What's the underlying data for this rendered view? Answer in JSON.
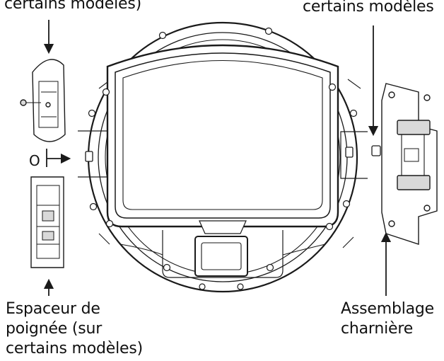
{
  "labels": {
    "top_left": "certains modèles)",
    "top_right": "certains modèles",
    "bottom_left_line1": "Espaceur de",
    "bottom_left_line2": "poignée (sur",
    "bottom_left_line3": "certains modèles)",
    "bottom_right_line1": "Assemblage",
    "bottom_right_line2": "charnière",
    "side_mark": "O"
  },
  "colors": {
    "line": "#1a1a1a",
    "fill": "#ffffff",
    "shade": "#d9d9d9"
  }
}
